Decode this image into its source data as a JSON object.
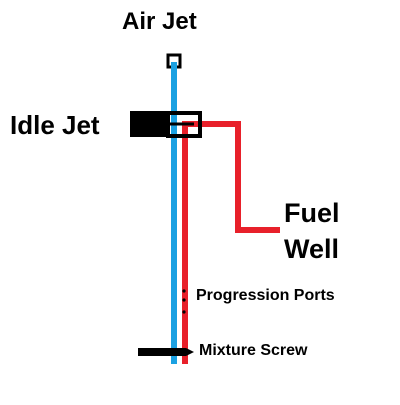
{
  "labels": {
    "air_jet": "Air Jet",
    "idle_jet": "Idle Jet",
    "fuel_well_line1": "Fuel",
    "fuel_well_line2": "Well",
    "progression_ports": "Progression Ports",
    "mixture_screw": "Mixture Screw"
  },
  "colors": {
    "air_passage": "#1ba1e2",
    "fuel_passage": "#e8202a",
    "component": "#000000",
    "text": "#000000",
    "background": "#ffffff"
  }
}
